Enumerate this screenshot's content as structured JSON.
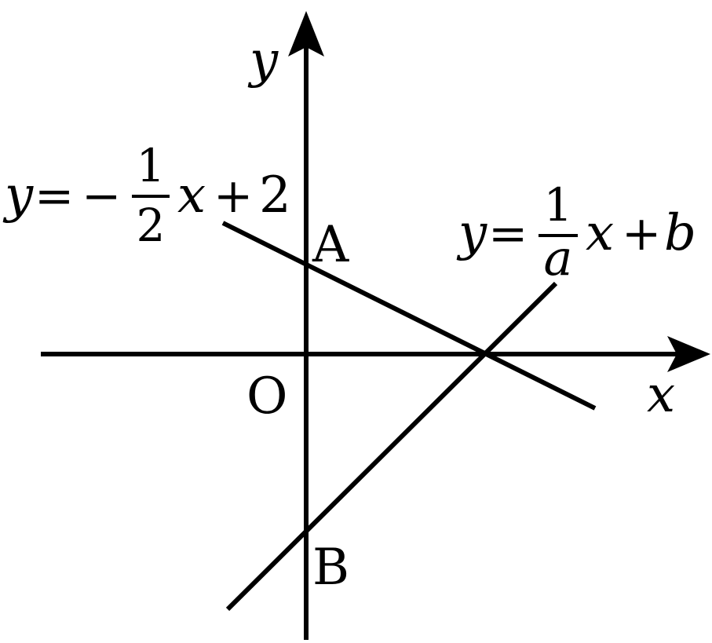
{
  "axes": {
    "x_label": "x",
    "y_label": "y",
    "origin_label": "O"
  },
  "points": {
    "a_label": "A",
    "b_label": "B"
  },
  "line1": {
    "lhs": "y",
    "eq": "=",
    "neg": "−",
    "num": "1",
    "den": "2",
    "var": "x",
    "plus": "+",
    "const": "2"
  },
  "line2": {
    "lhs": "y",
    "eq": "=",
    "num": "1",
    "den": "a",
    "var": "x",
    "plus": "+",
    "const": "b"
  },
  "colors": {
    "ink": "#000000",
    "background": "#ffffff"
  }
}
